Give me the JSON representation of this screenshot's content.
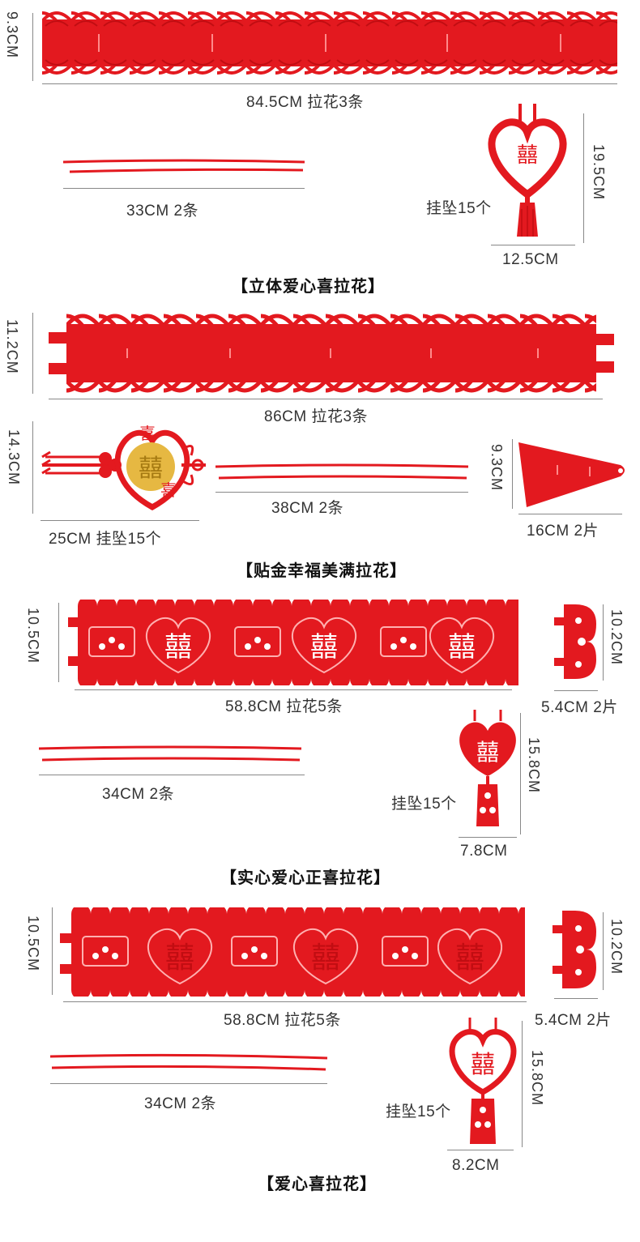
{
  "colors": {
    "felt_red": "#e3191f",
    "dark_red": "#c10d12",
    "gold": "#e6b842",
    "line": "#888888"
  },
  "sections": [
    {
      "title": "【立体爱心喜拉花】",
      "height_label": "9.3CM",
      "length_label": "84.5CM  拉花3条",
      "rope_label": "33CM  2条",
      "pendant_label": "挂坠15个",
      "pendant_height": "19.5CM",
      "pendant_width": "12.5CM"
    },
    {
      "title": "【贴金幸福美满拉花】",
      "height_label": "11.2CM",
      "length_label": "86CM  拉花3条",
      "pendant_height": "14.3CM",
      "pendant_label": "25CM  挂坠15个",
      "rope_label": "38CM  2条",
      "piece_height": "9.3CM",
      "piece_label": "16CM  2片"
    },
    {
      "title": "【实心爱心正喜拉花】",
      "height_label": "10.5CM",
      "length_label": "58.8CM  拉花5条",
      "end_height": "10.2CM",
      "end_label": "5.4CM 2片",
      "rope_label": "34CM  2条",
      "pendant_label": "挂坠15个",
      "pendant_height": "15.8CM",
      "pendant_width": "7.8CM"
    },
    {
      "title": "【爱心喜拉花】",
      "height_label": "10.5CM",
      "length_label": "58.8CM  拉花5条",
      "end_height": "10.2CM",
      "end_label": "5.4CM 2片",
      "rope_label": "34CM  2条",
      "pendant_label": "挂坠15个",
      "pendant_height": "15.8CM",
      "pendant_width": "8.2CM"
    }
  ]
}
